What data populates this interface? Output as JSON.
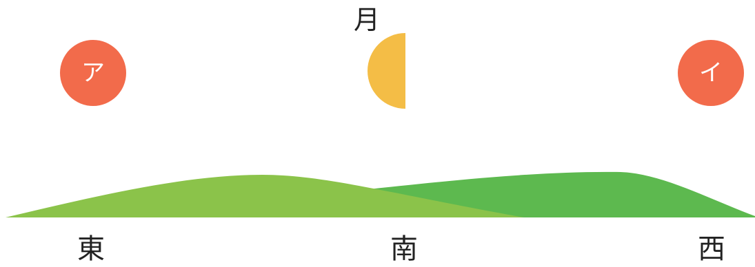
{
  "moon": {
    "label": "月",
    "color": "#F4BD46"
  },
  "objects": [
    {
      "label": "ア",
      "color": "#F26B4B"
    },
    {
      "label": "イ",
      "color": "#F26B4B"
    }
  ],
  "directions": {
    "east": "東",
    "south": "南",
    "west": "西"
  },
  "colors": {
    "hill_front": "#8BC34A",
    "hill_back": "#5DB94F",
    "text": "#222222"
  }
}
